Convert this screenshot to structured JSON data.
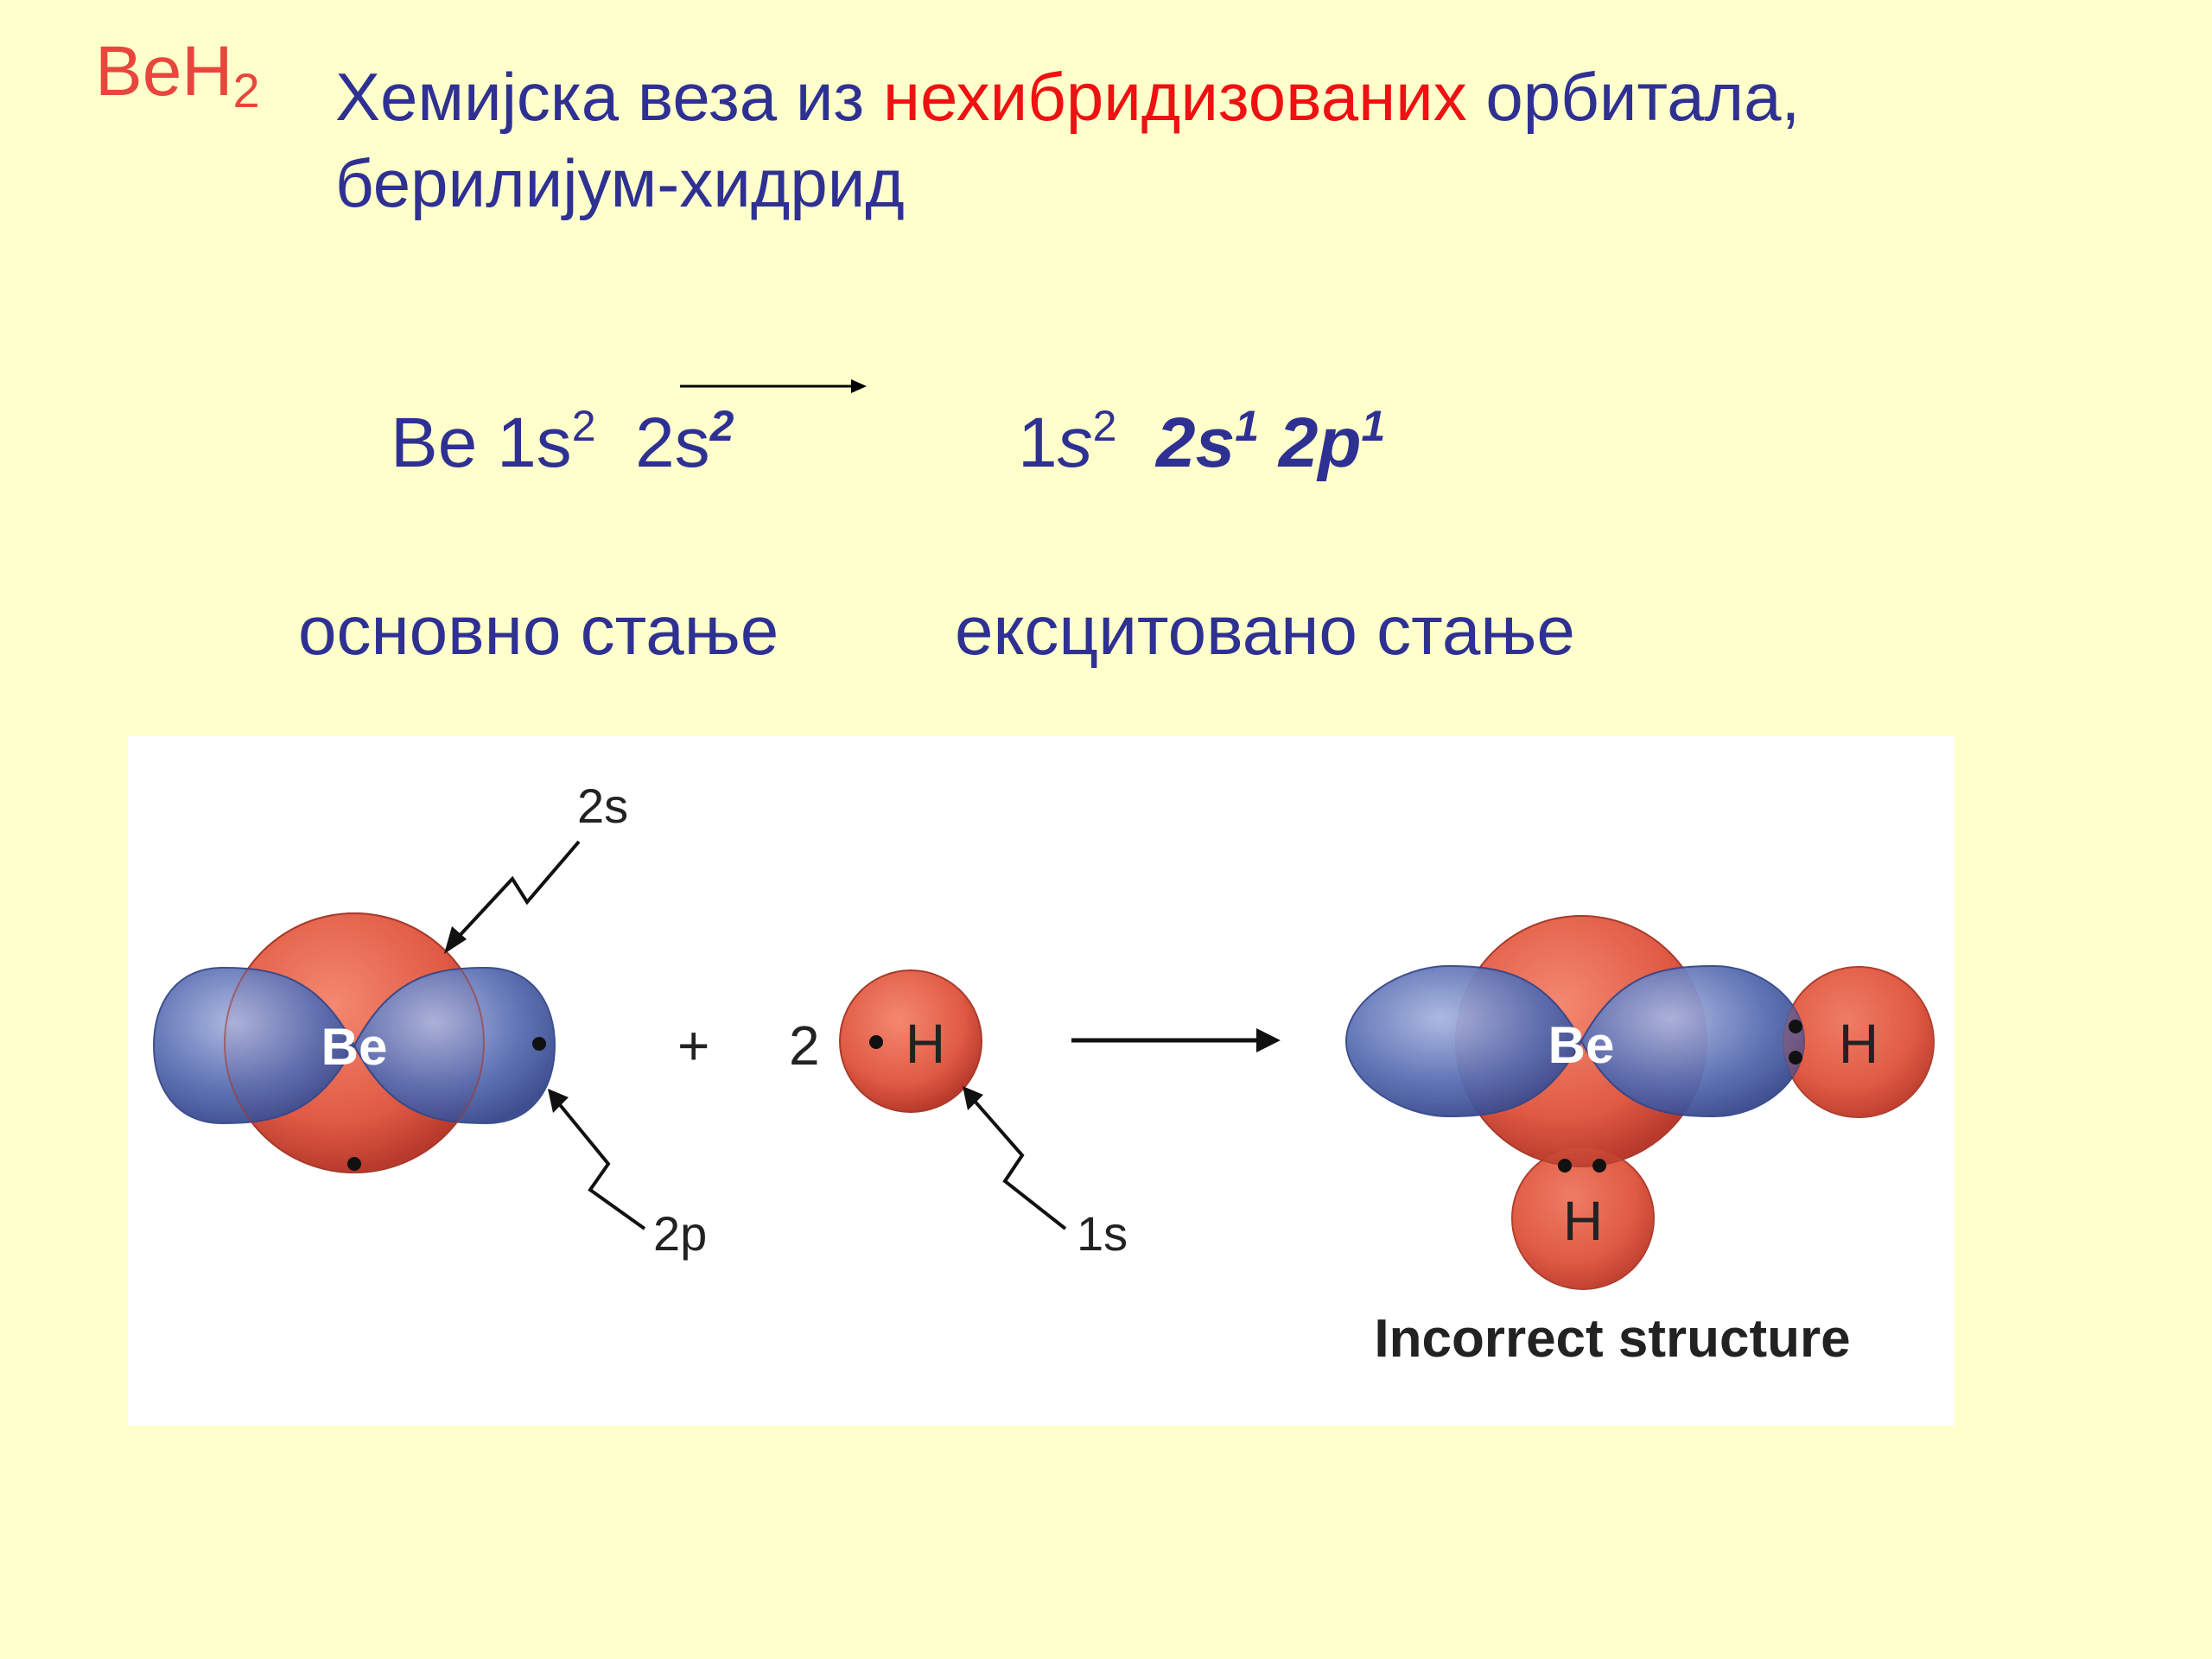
{
  "header": {
    "formula_main": "BeH",
    "formula_sub": "2",
    "title_part1": "Хемијска веза из ",
    "title_highlight": "нехибридизованих",
    "title_part2": " орбитала,",
    "title_line2": "берилијум-хидрид"
  },
  "configs": {
    "ground": {
      "prefix": "Be 1s",
      "sup1": "2",
      "mid": "  2s",
      "sup2": "2"
    },
    "excited": {
      "p1": "1",
      "s1": "s",
      "sup1": "2",
      "b1": "2s",
      "bsup1": "1",
      "b2": "2p",
      "bsup2": "1"
    },
    "ground_label": "основно стање",
    "excited_label": "ексцитовано стање"
  },
  "figure": {
    "label_2s": "2s",
    "label_2p": "2p",
    "label_1s": "1s",
    "be_symbol": "Be",
    "h_symbol": "H",
    "plus": "+",
    "coefficient": "2",
    "caption": "Incorrect structure"
  },
  "colors": {
    "background": "#ffffcc",
    "title_blue": "#2e3192",
    "highlight_red": "#ee1111",
    "formula_red": "#e8463c",
    "s_orbital_red": "#e05a44",
    "p_orbital_blue": "#5a6fb3"
  }
}
